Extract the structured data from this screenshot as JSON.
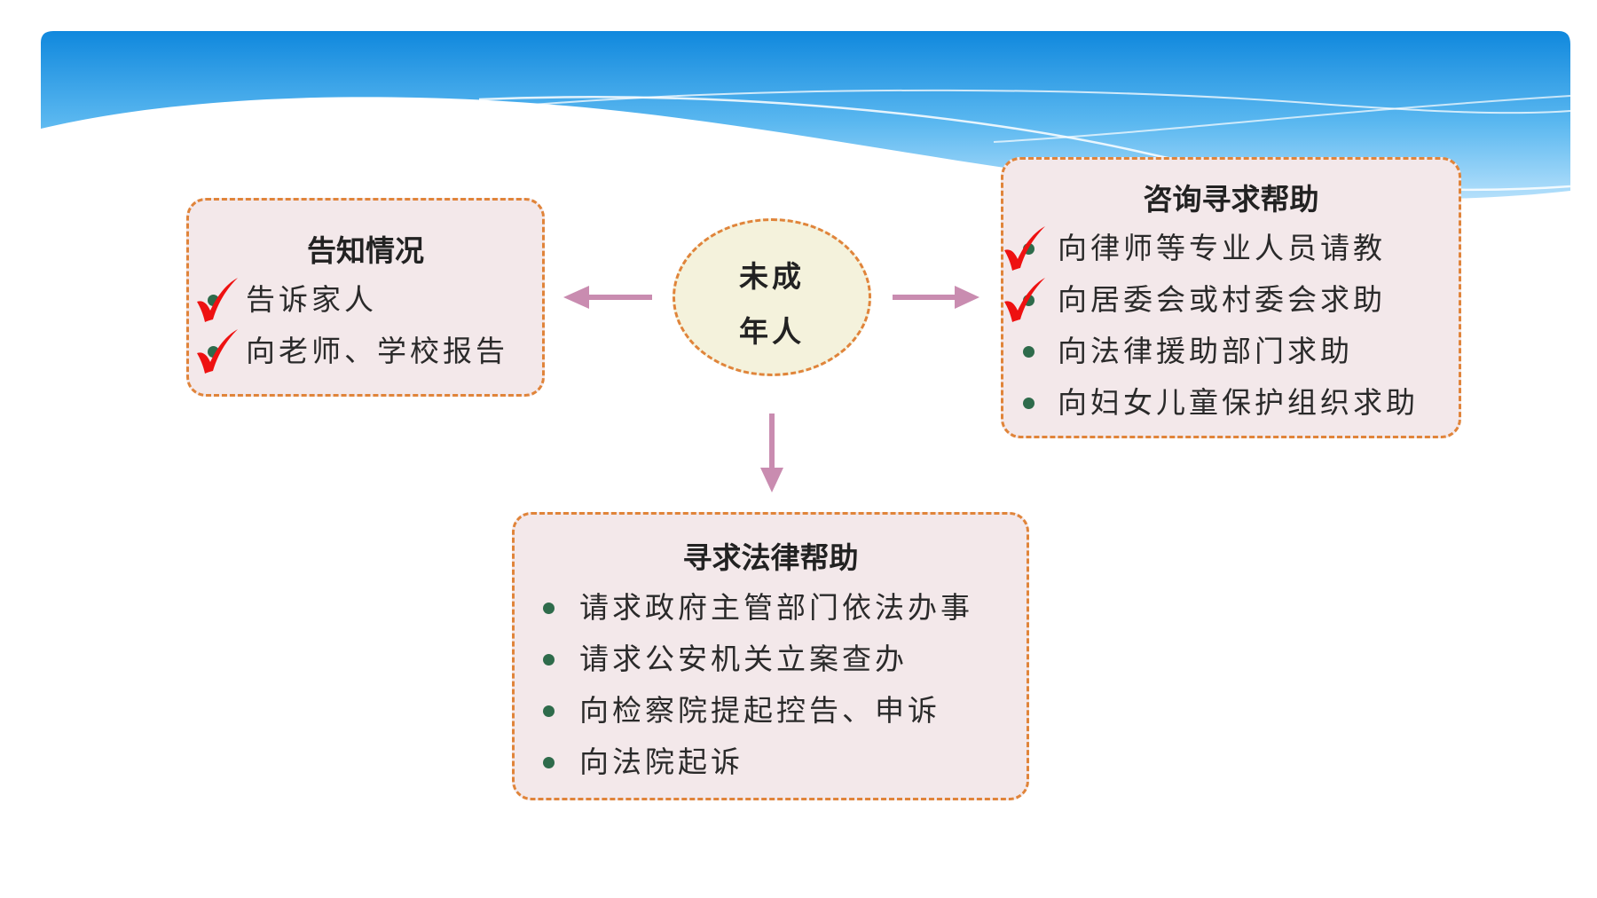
{
  "center": {
    "line1": "未成",
    "line2": "年人"
  },
  "left_box": {
    "title": "告知情况",
    "items": [
      {
        "text": "告诉家人",
        "checked": true
      },
      {
        "text": "向老师、学校报告",
        "checked": true
      }
    ]
  },
  "right_box": {
    "title": "咨询寻求帮助",
    "items": [
      {
        "text": "向律师等专业人员请教",
        "checked": true
      },
      {
        "text": "向居委会或村委会求助",
        "checked": true
      },
      {
        "text": "向法律援助部门求助",
        "checked": false
      },
      {
        "text": "向妇女儿童保护组织求助",
        "checked": false
      }
    ]
  },
  "bottom_box": {
    "title": "寻求法律帮助",
    "items": [
      {
        "text": "请求政府主管部门依法办事",
        "checked": false
      },
      {
        "text": "请求公安机关立案查办",
        "checked": false
      },
      {
        "text": "向检察院提起控告、申诉",
        "checked": false
      },
      {
        "text": "向法院起诉",
        "checked": false
      }
    ]
  },
  "colors": {
    "box_border": "#e0843a",
    "box_fill": "#f3e8ea",
    "center_fill": "#f4f2dc",
    "arrow": "#c98cb0",
    "check": "#ee1111",
    "bullet": "#2e6b4b",
    "banner_blue": "#1a8fe0"
  },
  "icons": {
    "check": "checkmark-icon",
    "bullet": "bullet-dot-icon",
    "arrow": "arrow-icon"
  }
}
